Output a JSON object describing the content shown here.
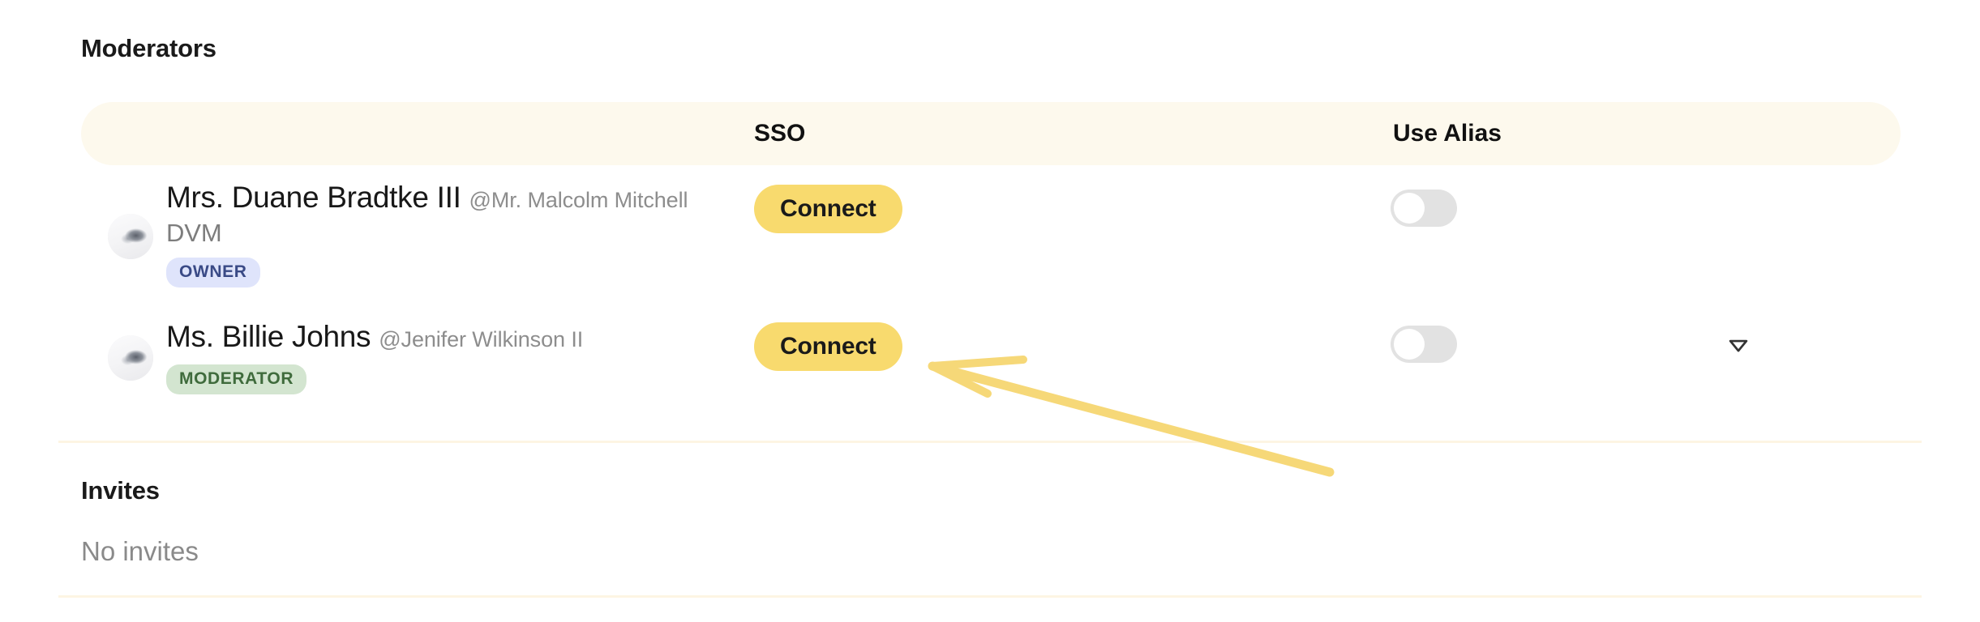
{
  "sections": {
    "moderators": {
      "title": "Moderators",
      "columns": {
        "name": "",
        "sso": "SSO",
        "use_alias": "Use Alias"
      },
      "rows": [
        {
          "name": "Mrs. Duane Bradtke III",
          "handle": "@Mr. Malcolm Mitchell",
          "suffix": "DVM",
          "badge": "OWNER",
          "badge_kind": "owner",
          "sso_action": "Connect",
          "use_alias": false,
          "has_menu": false,
          "avatar_icon": "user-avatar"
        },
        {
          "name": "Ms. Billie Johns",
          "handle": "@Jenifer Wilkinson II",
          "suffix": "",
          "badge": "MODERATOR",
          "badge_kind": "moderator",
          "sso_action": "Connect",
          "use_alias": false,
          "has_menu": true,
          "avatar_icon": "user-avatar"
        }
      ]
    },
    "invites": {
      "title": "Invites",
      "empty_text": "No invites"
    }
  },
  "icons": {
    "caret_down": "caret-down-icon",
    "annotation_arrow": "annotation-arrow-icon"
  },
  "colors": {
    "accent_yellow": "#f8da6e",
    "header_band": "#fdf9ed",
    "divider": "#fdf5e3",
    "badge_owner_bg": "#dfe4fb",
    "badge_owner_fg": "#3a4a86",
    "badge_moderator_bg": "#d3e5d0",
    "badge_moderator_fg": "#3f6b3c",
    "toggle_off": "#e2e2e2",
    "muted_text": "#8d8d8d",
    "annotation": "#f6d878"
  }
}
